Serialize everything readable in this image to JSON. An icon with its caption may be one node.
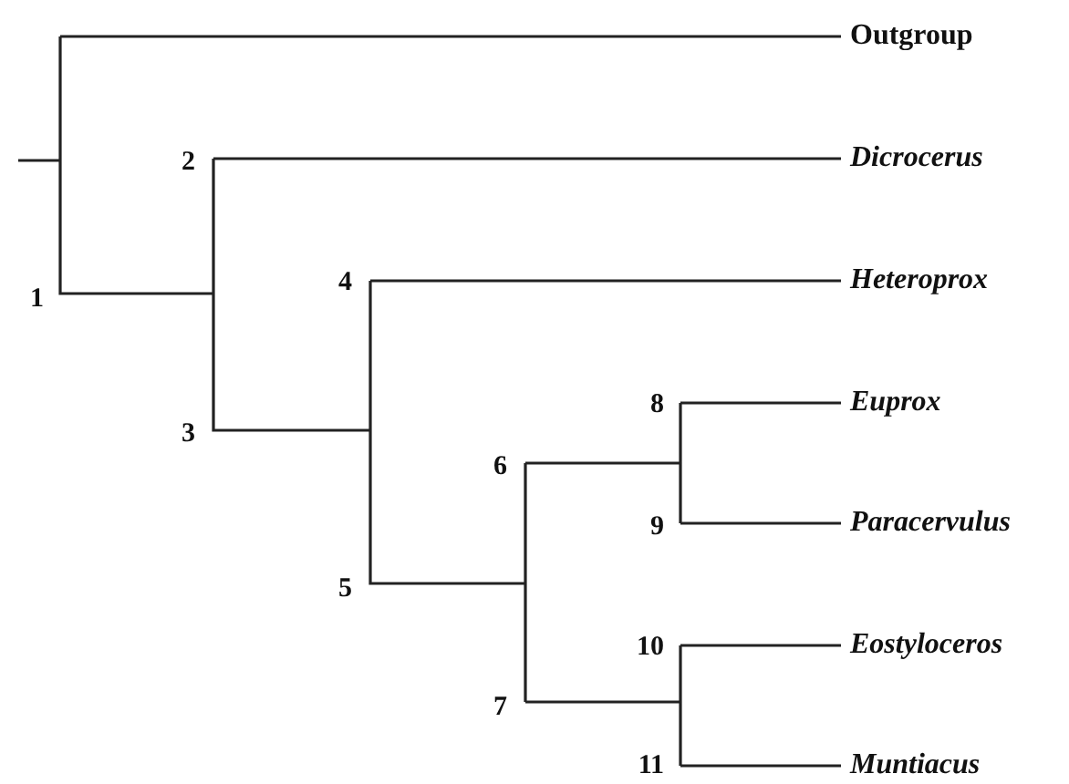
{
  "diagram": {
    "nodes": [
      {
        "text": [
          "Outgroup"
        ]
      },
      {
        "text": [
          "Dicrocerus"
        ]
      },
      {
        "text": [
          "Heteroprox"
        ]
      },
      {
        "text": [
          "Euprox"
        ]
      },
      {
        "text": [
          "Paracervulus"
        ]
      },
      {
        "text": [
          "Eostyloceros"
        ]
      },
      {
        "text": [
          "Muntiacus"
        ]
      }
    ],
    "edges": [
      {
        "from": null,
        "to": 0,
        "arrow": "none"
      },
      {
        "from": null,
        "to": 1,
        "arrow": "none"
      },
      {
        "from": null,
        "to": 2,
        "arrow": "none"
      },
      {
        "from": null,
        "to": 3,
        "arrow": "none"
      },
      {
        "from": null,
        "to": 4,
        "arrow": "none"
      },
      {
        "from": null,
        "to": 5,
        "arrow": "none"
      },
      {
        "from": null,
        "to": 6,
        "arrow": "none"
      }
    ],
    "labels": [
      "1",
      "2",
      "3",
      "4",
      "5",
      "6",
      "7",
      "8",
      "9",
      "10",
      "11"
    ]
  }
}
